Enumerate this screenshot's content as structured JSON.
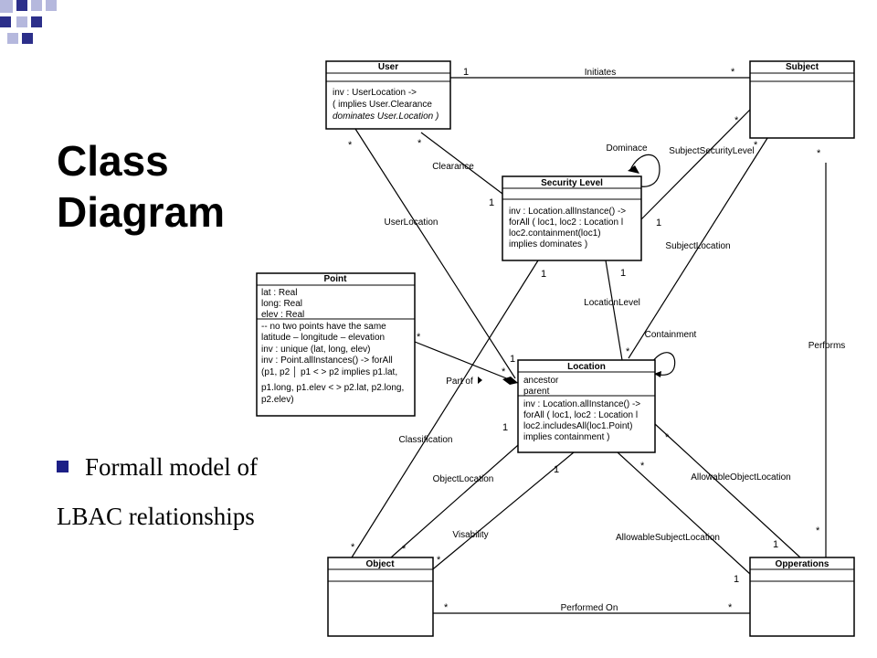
{
  "slide": {
    "title_line1": "Class",
    "title_line2": "Diagram",
    "bullet_line1": "Formall model of",
    "bullet_line2": "LBAC relationships"
  },
  "colors": {
    "accent_square": "#1c1f86",
    "deco_dark": "#2c2f8a",
    "deco_light": "#b5b8dd"
  },
  "classes": {
    "user": {
      "name": "User",
      "c1": "inv : UserLocation ->",
      "c2": "( implies User.Clearance",
      "c3": "dominates User.Location )"
    },
    "subject": {
      "name": "Subject"
    },
    "security_level": {
      "name": "Security Level",
      "c1": "inv : Location.allInstance() ->",
      "c2": "forAll ( loc1, loc2 : Location l",
      "c3": "loc2.containment(loc1)",
      "c4": "implies dominates )"
    },
    "point": {
      "name": "Point",
      "a1": "lat : Real",
      "a2": "long: Real",
      "a3": "elev : Real",
      "c1": "-- no two points have the same",
      "c2": "latitude – longitude – elevation",
      "c3": "inv : unique (lat, long, elev)",
      "c4": "inv : Point.allInstances() -> forAll",
      "c5": "(p1, p2 │ p1 < > p2 implies p1.lat,",
      "c6": "p1.long, p1.elev < > p2.lat, p2.long,",
      "c7": "p2.elev)"
    },
    "location": {
      "name": "Location",
      "a1": "ancestor",
      "a2": "parent",
      "c1": "inv : Location.allInstance() ->",
      "c2": "forAll ( loc1, loc2 : Location l",
      "c3": "loc2.includesAll(loc1.Point)",
      "c4": "implies containment )"
    },
    "object": {
      "name": "Object"
    },
    "operations": {
      "name": "Opperations"
    }
  },
  "associations": {
    "initiates": "Initiates",
    "clearance": "Clearance",
    "dominace": "Dominace",
    "subject_security_level": "SubjectSecurityLevel",
    "user_location": "UserLocation",
    "subject_location": "SubjectLocation",
    "location_level": "LocationLevel",
    "containment": "Containment",
    "performs": "Performs",
    "part_of": "Part of",
    "classification": "Classification",
    "object_location": "ObjectLocation",
    "allowable_object_location": "AllowableObjectLocation",
    "visability": "Visability",
    "allowable_subject_location": "AllowableSubjectLocation",
    "performed_on": "Performed On"
  },
  "multiplicity": {
    "one": "1",
    "many": "*"
  },
  "symbols": {
    "part_of_arrow": "triangle-right-icon",
    "composition": "diamond-icon"
  }
}
